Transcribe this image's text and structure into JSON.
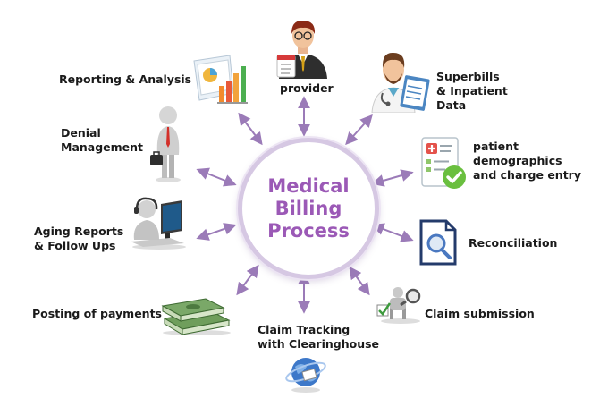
{
  "hub": {
    "title": "Medical\nBilling\nProcess"
  },
  "spoke_color": "#9b7bb8",
  "nodes": [
    {
      "label": "provider",
      "icon": "provider-icon"
    },
    {
      "label": "Superbills\n& Inpatient\nData",
      "icon": "doctor-clipboard-icon"
    },
    {
      "label": "patient\ndemographics\nand charge entry",
      "icon": "checklist-icon"
    },
    {
      "label": "Reconciliation",
      "icon": "magnifier-document-icon"
    },
    {
      "label": "Claim submission",
      "icon": "claim-search-icon"
    },
    {
      "label": "Claim Tracking\nwith Clearinghouse",
      "icon": "globe-icon"
    },
    {
      "label": "Posting of payments",
      "icon": "money-stack-icon"
    },
    {
      "label": "Aging Reports\n& Follow Ups",
      "icon": "support-agent-icon"
    },
    {
      "label": "Denial\nManagement",
      "icon": "businessman-icon"
    },
    {
      "label": "Reporting & Analysis",
      "icon": "report-chart-icon"
    }
  ]
}
